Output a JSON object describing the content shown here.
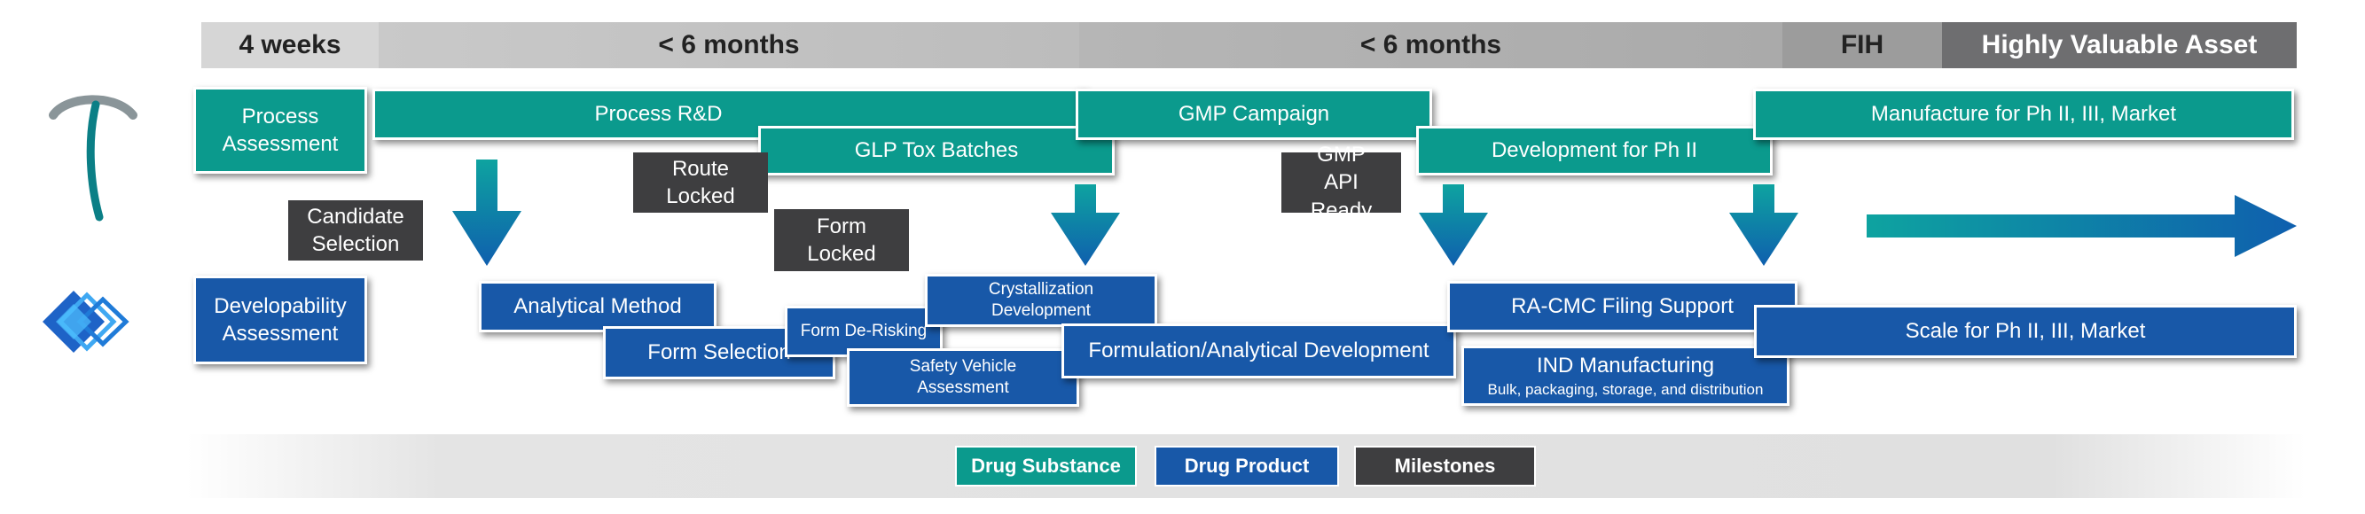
{
  "phases": {
    "p1": "4 weeks",
    "p2": "< 6 months",
    "p3": "< 6 months",
    "p4": "FIH",
    "p5": "Highly Valuable Asset"
  },
  "drug_substance": {
    "process_assessment": "Process Assessment",
    "process_rd": "Process R&D",
    "glp_tox": "GLP Tox Batches",
    "gmp_campaign": "GMP Campaign",
    "development_ph2": "Development for Ph II",
    "manufacture": "Manufacture for Ph II, III, Market"
  },
  "milestones": {
    "candidate_selection": "Candidate Selection",
    "route_locked": "Route Locked",
    "form_locked": "Form Locked",
    "gmp_api_ready": "GMP API Ready"
  },
  "drug_product": {
    "developability": "Developability Assessment",
    "analytical_method": "Analytical Method",
    "form_selection": "Form Selection",
    "form_derisking": "Form De-Risking",
    "crystallization": "Crystallization Development",
    "safety_vehicle": "Safety Vehicle Assessment",
    "formulation": "Formulation/Analytical Development",
    "ra_cmc": "RA-CMC Filing Support",
    "ind_manufacturing": "IND Manufacturing",
    "ind_sub": "Bulk, packaging, storage, and distribution",
    "scale": "Scale for Ph II, III, Market"
  },
  "legend": {
    "drug_substance": "Drug Substance",
    "drug_product": "Drug Product",
    "milestones": "Milestones"
  },
  "colors": {
    "drug_substance": "#0b9a8d",
    "drug_product": "#1858a8",
    "milestones": "#3e3e40"
  }
}
